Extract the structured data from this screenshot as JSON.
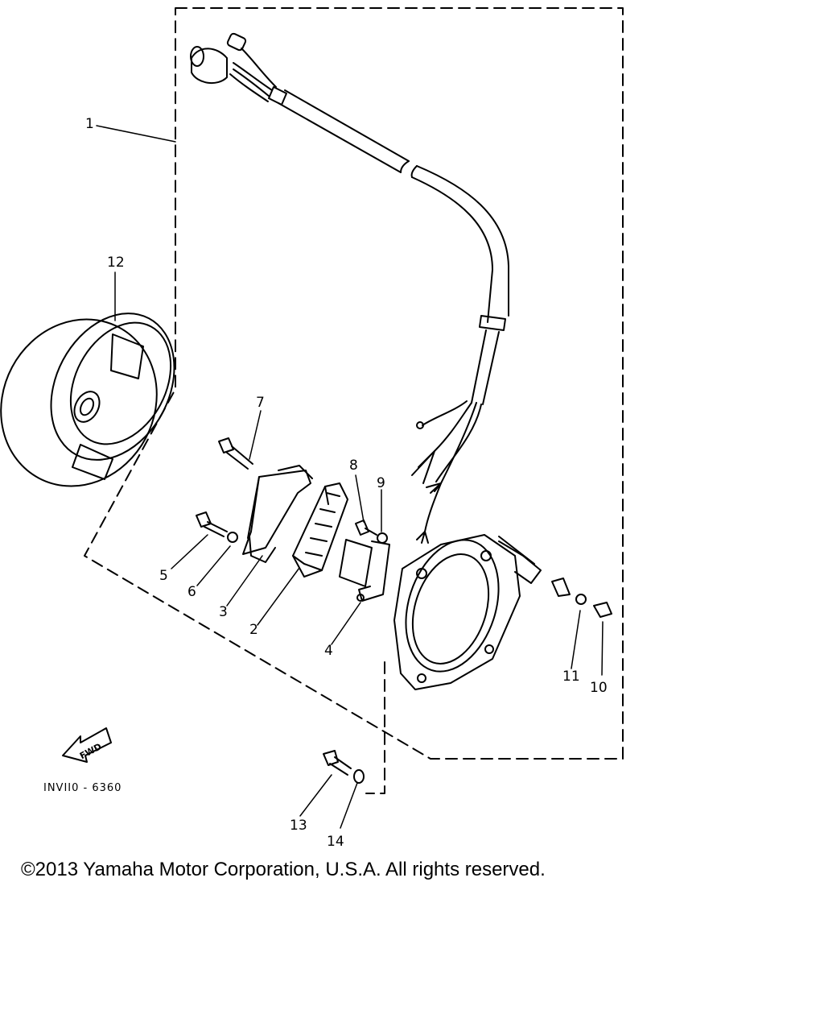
{
  "diagram": {
    "callouts": [
      {
        "id": "1",
        "text": "1"
      },
      {
        "id": "2",
        "text": "2"
      },
      {
        "id": "3",
        "text": "3"
      },
      {
        "id": "4",
        "text": "4"
      },
      {
        "id": "5",
        "text": "5"
      },
      {
        "id": "6",
        "text": "6"
      },
      {
        "id": "7",
        "text": "7"
      },
      {
        "id": "8",
        "text": "8"
      },
      {
        "id": "9",
        "text": "9"
      },
      {
        "id": "10",
        "text": "10"
      },
      {
        "id": "11",
        "text": "11"
      },
      {
        "id": "12",
        "text": "12"
      },
      {
        "id": "13",
        "text": "13"
      },
      {
        "id": "14",
        "text": "14"
      }
    ],
    "fwd_label": "FWD",
    "diagram_code": "INVII0 - 6360"
  },
  "footer": {
    "copyright": "©2013 Yamaha Motor Corporation, U.S.A. All rights reserved."
  }
}
